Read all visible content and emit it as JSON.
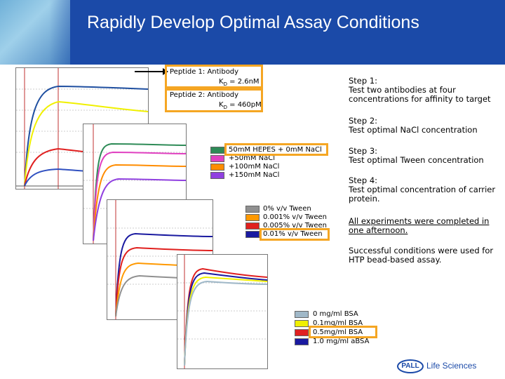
{
  "header": {
    "title": "Rapidly Develop Optimal Assay Conditions"
  },
  "peptides": {
    "p1_label": "Peptide 1:  Antibody",
    "p1_kd": "K",
    "p1_kd_sub": "D",
    "p1_kd_val": " = 2.6nM",
    "p2_label": "Peptide 2:  Antibody",
    "p2_kd": "K",
    "p2_kd_sub": "D",
    "p2_kd_val": " = 460pM"
  },
  "legends": {
    "nacl": [
      "50mM HEPES + 0mM NaCl",
      "+50mM NaCl",
      "+100mM NaCl",
      "+150mM NaCl"
    ],
    "tween": [
      "0% v/v Tween",
      "0.001% v/v Tween",
      "0.005% v/v Tween",
      "0.01% v/v Tween"
    ],
    "bsa": [
      "0 mg/ml BSA",
      "0.1mg/ml BSA",
      "0.5mg/ml BSA",
      "1.0 mg/ml aBSA"
    ]
  },
  "steps": {
    "step1": "Step 1:\nTest two antibodies at four concentrations for affinity to target",
    "step2": "Step 2:\nTest optimal NaCl concentration",
    "step3": "Step 3:\nTest optimal Tween concentration",
    "step4": "Step 4:\nTest optimal concentration of carrier protein.",
    "note1": "All experiments were completed in one afternoon.",
    "note2": "Successful conditions were used for HTP bead-based assay."
  },
  "footer": {
    "logo": "PALL",
    "brand": "Life Sciences"
  },
  "colors": {
    "header_bg": "#1b4aa8",
    "highlight": "#f5a623",
    "nacl": [
      "#2e8b57",
      "#e040c0",
      "#ff8c00",
      "#9040e0"
    ],
    "tween": [
      "#909090",
      "#ff9900",
      "#e0201e",
      "#1a1aa0"
    ],
    "bsa": [
      "#a0b8c8",
      "#f0f000",
      "#e02020",
      "#1a1aa0"
    ]
  }
}
